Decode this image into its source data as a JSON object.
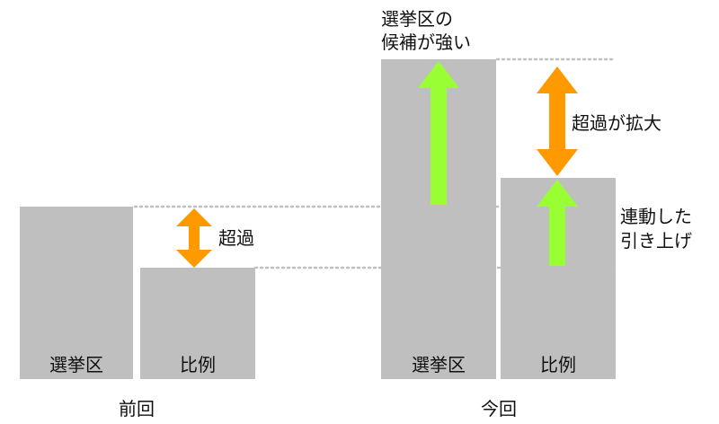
{
  "colors": {
    "bar": "#bfbfbf",
    "guide": "#c0c0c0",
    "orange": "#ff9900",
    "green": "#99ff33",
    "text": "#111111"
  },
  "previous": {
    "group_label": "前回",
    "bars": [
      {
        "label": "選挙区"
      },
      {
        "label": "比例"
      }
    ],
    "arrow_label": "超過"
  },
  "current": {
    "group_label": "今回",
    "bars": [
      {
        "label": "選挙区"
      },
      {
        "label": "比例"
      }
    ],
    "district_callout": [
      "選挙区の",
      "候補が強い"
    ],
    "excess_label": "超過が拡大",
    "lift_label": [
      "連動した",
      "引き上げ"
    ]
  }
}
